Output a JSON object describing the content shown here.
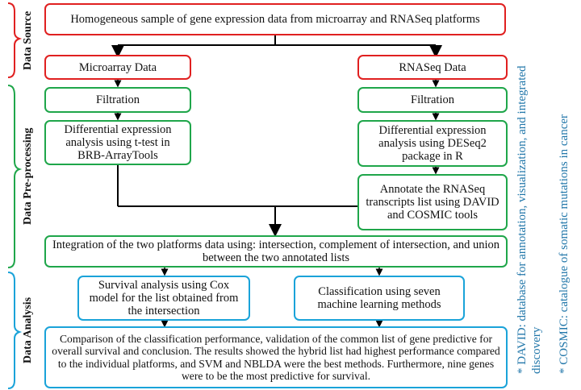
{
  "sections": {
    "source": "Data Source",
    "preprocessing": "Data Pre-processing",
    "analysis": "Data Analysis"
  },
  "boxes": {
    "sample": "Homogeneous sample of gene expression data from microarray and RNASeq platforms",
    "microarray": "Microarray Data",
    "rnaseq": "RNASeq Data",
    "filtration_left": "Filtration",
    "filtration_right": "Filtration",
    "de_left": "Differential expression analysis using t-test in BRB-ArrayTools",
    "de_right": "Differential expression analysis using DESeq2 package in R",
    "annotate": "Annotate the RNASeq transcripts list using DAVID and COSMIC tools",
    "integration": "Integration of the two platforms data using: intersection, complement of intersection, and union between the two annotated lists",
    "survival": "Survival analysis using Cox model for the list obtained from the intersection",
    "classification": "Classification using seven machine learning methods",
    "comparison": "Comparison of the classification performance, validation of the common list of gene predictive for overall survival and conclusion. The results showed the hybrid list had highest performance compared to the individual platforms, and SVM and NBLDA were the best methods. Furthermore, nine genes were to be the most predictive for survival."
  },
  "notes": {
    "david": "* DAVID: database for annotation, visualization, and integrated discovery",
    "cosmic": "* COSMIC: catalogue of somatic mutations in cancer"
  },
  "colors": {
    "source": "#e02020",
    "preprocessing": "#1fa64a",
    "analysis": "#1aa3d9",
    "note": "#2277aa"
  }
}
